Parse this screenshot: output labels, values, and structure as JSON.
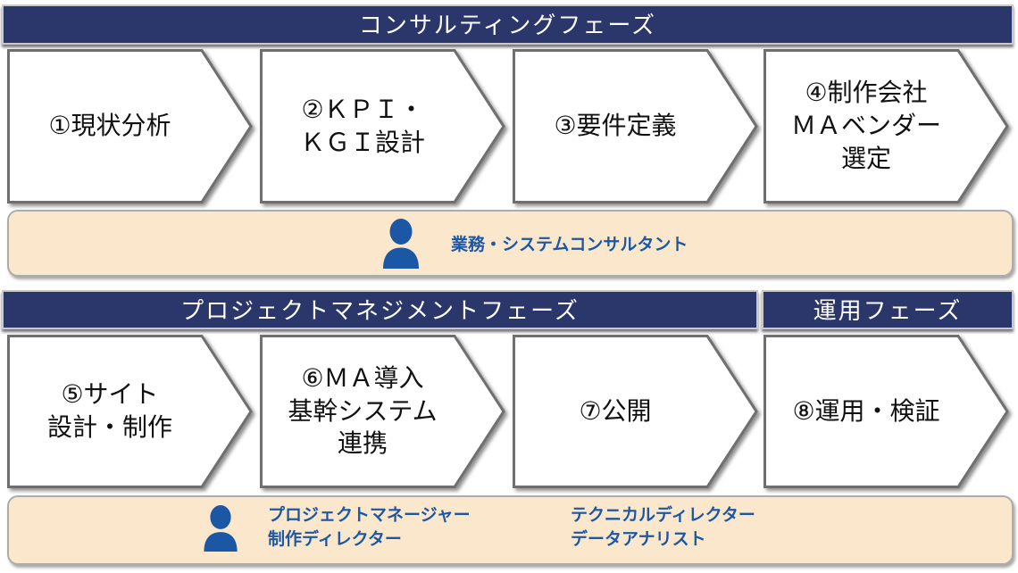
{
  "colors": {
    "navy": "#2B376B",
    "cream": "#FBE7CC",
    "blue": "#1C57A6",
    "arrowBorder": "#6F6F6F",
    "hdrBorder": "#C9C9C9",
    "creamBorder": "#ACACAC"
  },
  "consulting_phase": {
    "header": "コンサルティングフェーズ",
    "steps": [
      "①現状分析",
      "②ＫＰＩ・\nＫＧＩ設計",
      "③要件定義",
      "④制作会社\nＭＡベンダー\n選定"
    ],
    "role": "業務・システムコンサルタント"
  },
  "project_management_phase": {
    "header": "プロジェクトマネジメントフェーズ",
    "steps": [
      "⑤サイト\n設計・制作",
      "⑥ＭＡ導入\n基幹システム\n連携",
      "⑦公開"
    ]
  },
  "operation_phase": {
    "header": "運用フェーズ",
    "steps": [
      "⑧運用・検証"
    ]
  },
  "bottom_roles": {
    "group1": "プロジェクトマネージャー\n制作ディレクター",
    "group2": "テクニカルディレクター\nデータアナリスト"
  }
}
